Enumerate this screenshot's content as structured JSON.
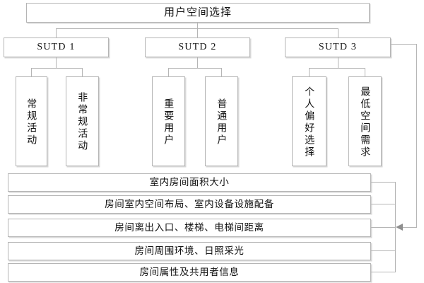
{
  "diagram": {
    "title_box": {
      "label": "用户空间选择"
    },
    "tiers": [
      {
        "label": "SUTD 1"
      },
      {
        "label": "SUTD 2"
      },
      {
        "label": "SUTD 3"
      }
    ],
    "leaves": [
      {
        "label": "常规活动",
        "parent": "SUTD 1"
      },
      {
        "label": "非常规活动",
        "parent": "SUTD 1"
      },
      {
        "label": "重要用户",
        "parent": "SUTD 2"
      },
      {
        "label": "普通用户",
        "parent": "SUTD 2"
      },
      {
        "label": "个人偏好选择",
        "parent": "SUTD 3"
      },
      {
        "label": "最低空间需求",
        "parent": "SUTD 3"
      }
    ],
    "criteria": [
      {
        "label": "室内房间面积大小"
      },
      {
        "label": "房间室内空间布局、室内设备设施配备"
      },
      {
        "label": "房间离出入口、楼梯、电梯间距离"
      },
      {
        "label": "房间周围环境、日照采光"
      },
      {
        "label": "房间属性及共用者信息"
      }
    ],
    "colors": {
      "border": "#b5b5b5",
      "shadow": "#d8d8d8",
      "arrow": "#8f8f8f",
      "text": "#111111",
      "background": "#ffffff"
    }
  }
}
